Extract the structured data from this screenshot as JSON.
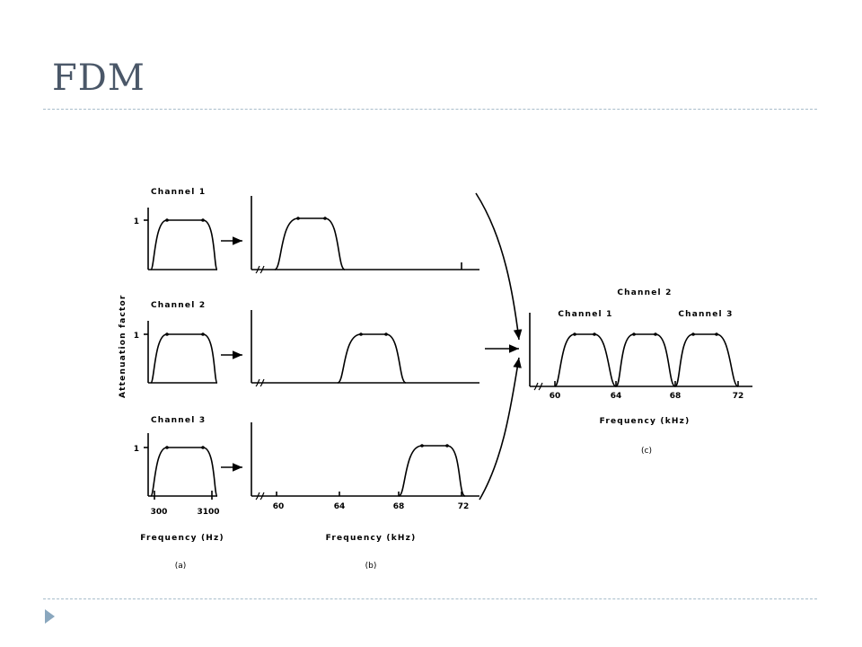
{
  "slide": {
    "title": "FDM"
  },
  "diagram": {
    "ylabel": "Attenuation factor",
    "unit_level": "1",
    "panel_a": {
      "channels": [
        "Channel 1",
        "Channel 2",
        "Channel 3"
      ],
      "ticks": [
        "300",
        "3100"
      ],
      "xlabel": "Frequency (Hz)",
      "caption": "(a)"
    },
    "panel_b": {
      "ticks": [
        "60",
        "64",
        "68",
        "72"
      ],
      "xlabel": "Frequency (kHz)",
      "caption": "(b)"
    },
    "panel_c": {
      "channel_labels": [
        "Channel 1",
        "Channel 2",
        "Channel 3"
      ],
      "ticks": [
        "60",
        "64",
        "68",
        "72"
      ],
      "xlabel": "Frequency (kHz)",
      "caption": "(c)"
    }
  },
  "colors": {
    "title": "#4a5768",
    "rule": "#a8bdcb",
    "nav_arrow": "#8aa7be",
    "ink": "#000000"
  },
  "icons": {
    "nav": "triangle-right-icon"
  }
}
